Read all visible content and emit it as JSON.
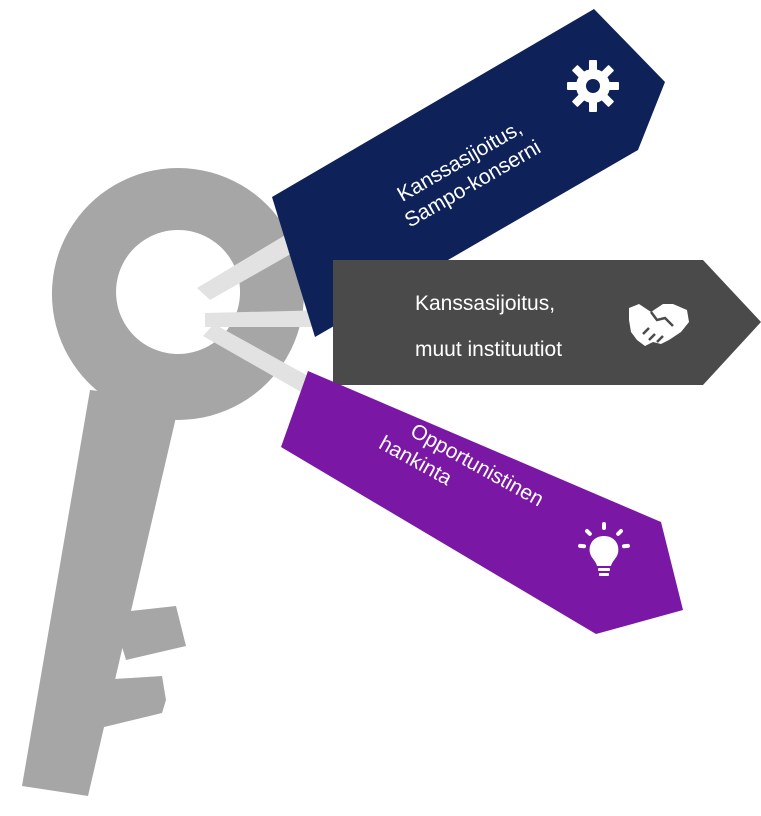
{
  "colors": {
    "key": "#a6a6a6",
    "rings": "#e2e2e2",
    "tag_navy": "#0e2159",
    "tag_gray": "#4a4a4a",
    "tag_purple": "#7a17a4",
    "text": "#ffffff"
  },
  "tags": [
    {
      "id": "sampo",
      "line1": "Kanssasijoitus,",
      "line2": "Sampo-konserni",
      "icon": "gear-icon",
      "color": "#0e2159"
    },
    {
      "id": "institutions",
      "line1": "Kanssasijoitus,",
      "line2": "muut instituutiot",
      "icon": "handshake-icon",
      "color": "#4a4a4a"
    },
    {
      "id": "opportunistic",
      "line1": "Opportunistinen",
      "line2": "hankinta",
      "icon": "lightbulb-icon",
      "color": "#7a17a4"
    }
  ]
}
